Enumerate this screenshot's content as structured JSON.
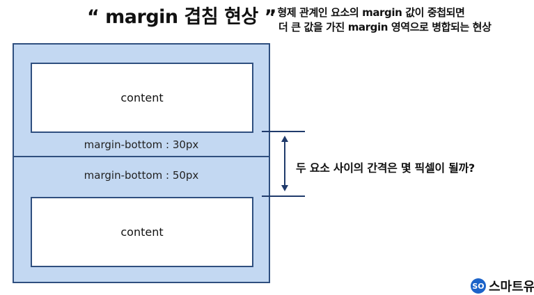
{
  "title": "“ margin 겹침 현상 ”",
  "description": {
    "line1": ": 형제 관계인 요소의 margin 값이 중첩되면",
    "line2": "더 큰 값을 가진 margin 영역으로 병합되는 현상"
  },
  "top_box": {
    "content_label": "content",
    "margin_label": "margin-bottom : 30px"
  },
  "bottom_box": {
    "content_label": "content",
    "margin_label": "margin-bottom : 50px"
  },
  "question": "두 요소 사이의 간격은 몇 픽셀이 될까?",
  "logo": {
    "mark": "SO",
    "text": "스마트유"
  },
  "colors": {
    "margin_fill": "#c3d8f2",
    "border": "#2f4f7f",
    "line": "#1f3a6b",
    "logo_blue": "#1c63c9"
  }
}
